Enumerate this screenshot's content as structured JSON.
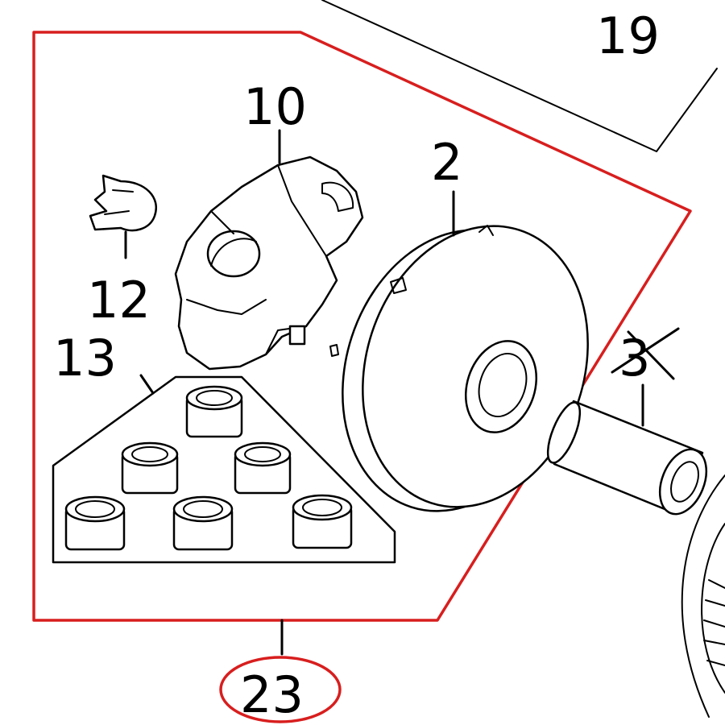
{
  "diagram": {
    "callouts": {
      "part_19": "19",
      "part_10": "10",
      "part_2": "2",
      "part_12": "12",
      "part_13": "13",
      "part_3": "3",
      "part_23": "23"
    },
    "colors": {
      "highlight": "#d81e1e",
      "line": "#000000",
      "background": "#ffffff"
    },
    "notes": {
      "part_3_crossed_out": true,
      "part_23_circled": true
    }
  }
}
